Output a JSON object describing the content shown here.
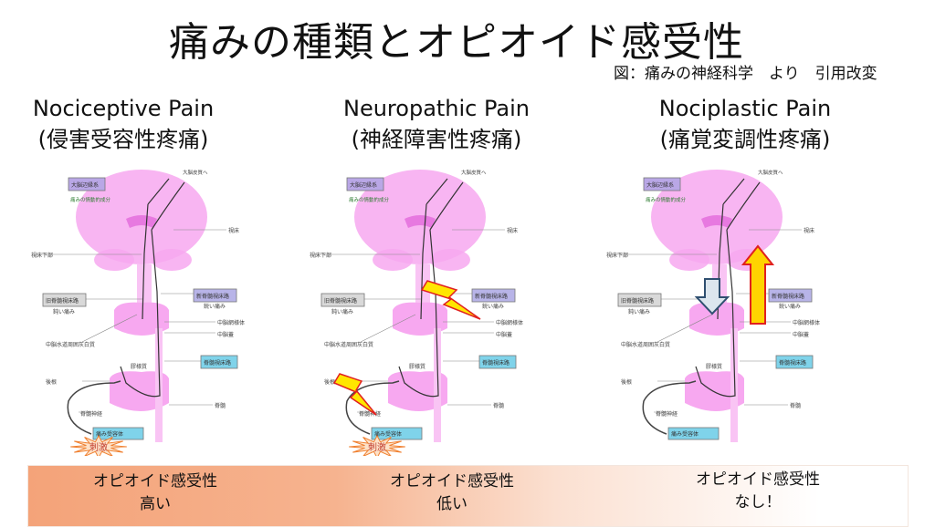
{
  "title": "痛みの種類とオピオイド感受性",
  "citation": "図：痛みの神経科学　より　引用改変",
  "columns": [
    {
      "heading_en": "Nociceptive Pain",
      "heading_ja": "(侵害受容性疼痛)",
      "opioid_label": "オピオイド感受性",
      "opioid_value": "高い"
    },
    {
      "heading_en": "Neuropathic Pain",
      "heading_ja": "(神経障害性疼痛)",
      "opioid_label": "オピオイド感受性",
      "opioid_value": "低い"
    },
    {
      "heading_en": "Nociplastic Pain",
      "heading_ja": "(痛覚変調性疼痛)",
      "opioid_label": "オピオイド感受性",
      "opioid_value": "なし！"
    }
  ],
  "diagram": {
    "limbic": "大脳辺縁系",
    "emotional": "痛みの情動的成分",
    "to_cortex": "大脳皮質へ",
    "thalamus": "視床",
    "hypothalamus": "視床下部",
    "paleo_tract": "旧脊髄視床路",
    "dull_pain": "鈍い痛み",
    "neo_tract": "新脊髄視床路",
    "sharp_pain": "鋭い痛み",
    "reticular": "中脳網様体",
    "tectum": "中脳蓋",
    "pag": "中脳水道周囲灰白質",
    "st_tract": "脊髄視床路",
    "gelatinosa": "膠様質",
    "dorsal_root": "後根",
    "spinal_cord": "脊髄",
    "spinal_nerve": "脊髄神経",
    "receptor": "痛み受容体",
    "stimulus": "刺激"
  },
  "colors": {
    "brain": "#f7a8f0",
    "box_blue": "#7fd3ea",
    "box_gray": "#d9d9d9",
    "band": "#f4a379",
    "bolt": "#ffe600",
    "arrow_up": "#ffd400"
  }
}
